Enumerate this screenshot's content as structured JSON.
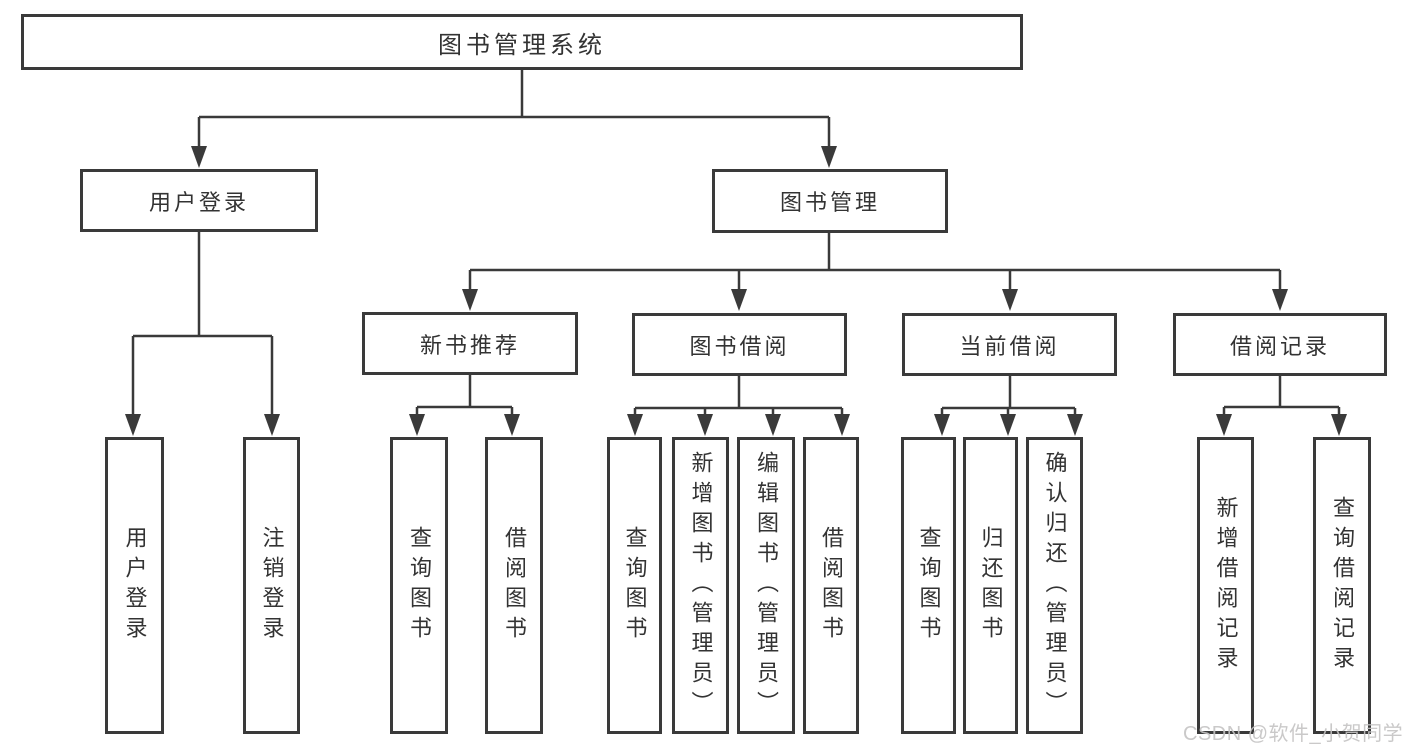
{
  "diagram": {
    "title": {
      "label": "图书管理系统"
    },
    "branches": [
      {
        "label": "用户登录",
        "children": [
          {
            "label": "用户登录"
          },
          {
            "label": "注销登录"
          }
        ]
      },
      {
        "label": "图书管理",
        "children": [
          {
            "label": "新书推荐",
            "children": [
              {
                "label": "查询图书"
              },
              {
                "label": "借阅图书"
              }
            ]
          },
          {
            "label": "图书借阅",
            "children": [
              {
                "label": "查询图书"
              },
              {
                "label": "新增图书（管理员）"
              },
              {
                "label": "编辑图书（管理员）"
              },
              {
                "label": "借阅图书"
              }
            ]
          },
          {
            "label": "当前借阅",
            "children": [
              {
                "label": "查询图书"
              },
              {
                "label": "归还图书"
              },
              {
                "label": "确认归还（管理员）"
              }
            ]
          },
          {
            "label": "借阅记录",
            "children": [
              {
                "label": "新增借阅记录"
              },
              {
                "label": "查询借阅记录"
              }
            ]
          }
        ]
      }
    ],
    "colors": {
      "line": "#3a3a3a",
      "text": "#333333",
      "box_background": "#ffffff",
      "watermark_text": "#c5c4c4"
    }
  },
  "watermark": {
    "text": "CSDN @软件_小贺同学"
  }
}
